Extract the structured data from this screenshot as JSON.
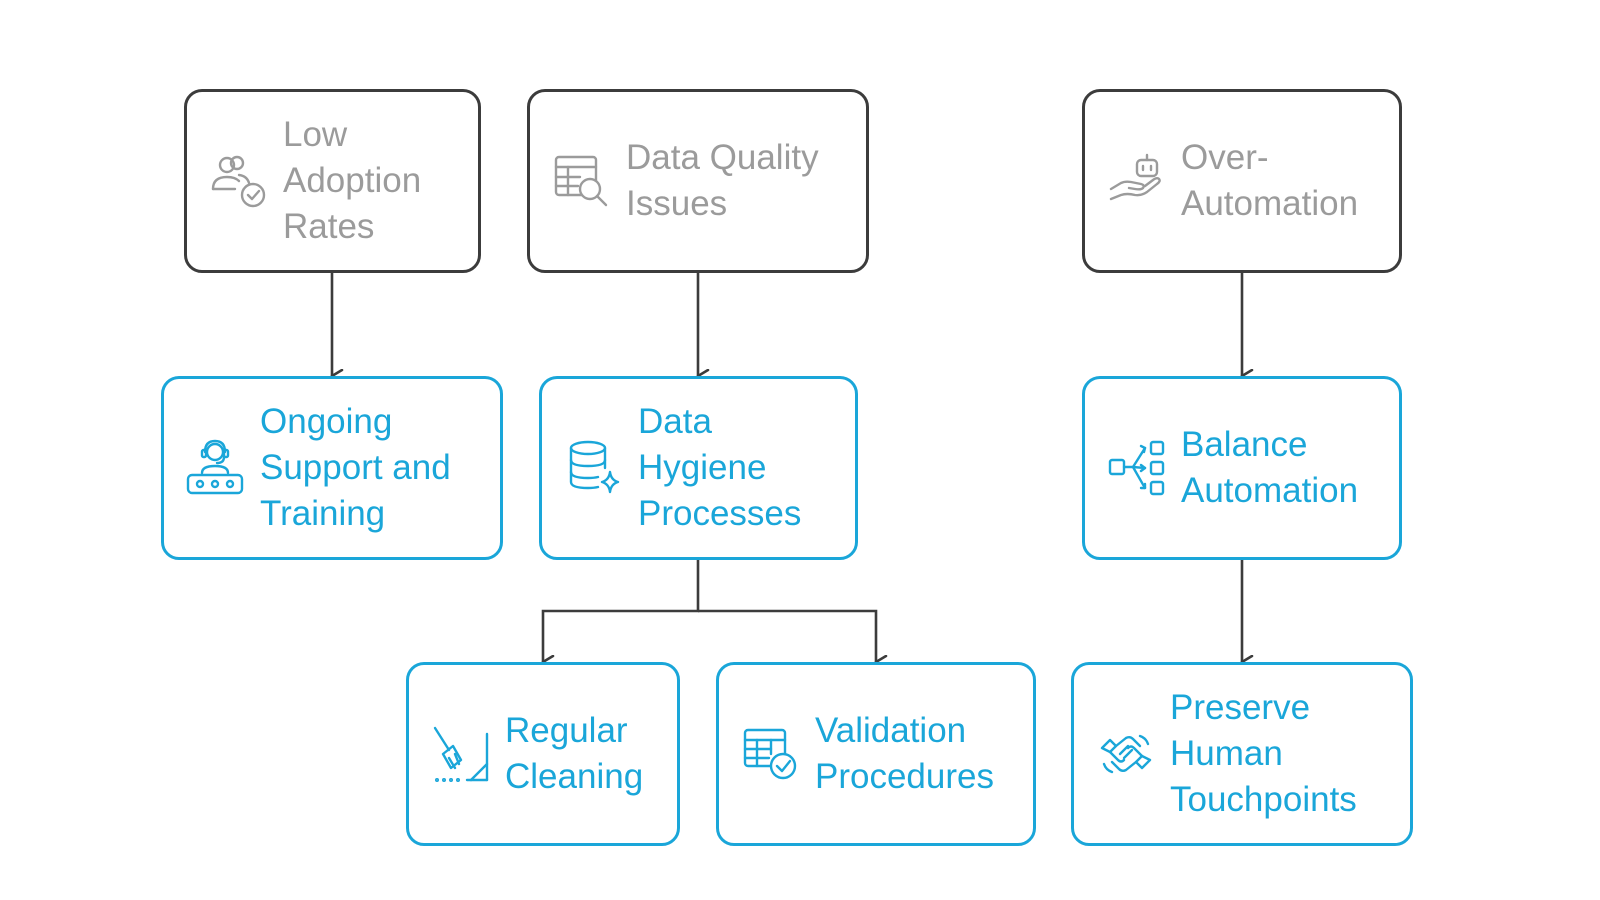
{
  "colors": {
    "problem_border": "#3c3c3c",
    "problem_text": "#9b9b9b",
    "solution": "#1aa6d9",
    "connector": "#3c3c3c"
  },
  "problems": [
    {
      "label": "Low\nAdoption\nRates",
      "icon": "users-check-icon"
    },
    {
      "label": "Data Quality\nIssues",
      "icon": "table-search-icon"
    },
    {
      "label": "Over-\nAutomation",
      "icon": "robot-hand-icon"
    }
  ],
  "solutions": [
    {
      "label": "Ongoing\nSupport and\nTraining",
      "icon": "support-agent-icon"
    },
    {
      "label": "Data\nHygiene\nProcesses",
      "icon": "database-sparkle-icon"
    },
    {
      "label": "Balance\nAutomation",
      "icon": "flow-split-icon"
    }
  ],
  "sub_solutions": [
    {
      "label": "Regular\nCleaning",
      "icon": "broom-icon"
    },
    {
      "label": "Validation\nProcedures",
      "icon": "table-check-icon"
    },
    {
      "label": "Preserve\nHuman\nTouchpoints",
      "icon": "handshake-icon"
    }
  ]
}
